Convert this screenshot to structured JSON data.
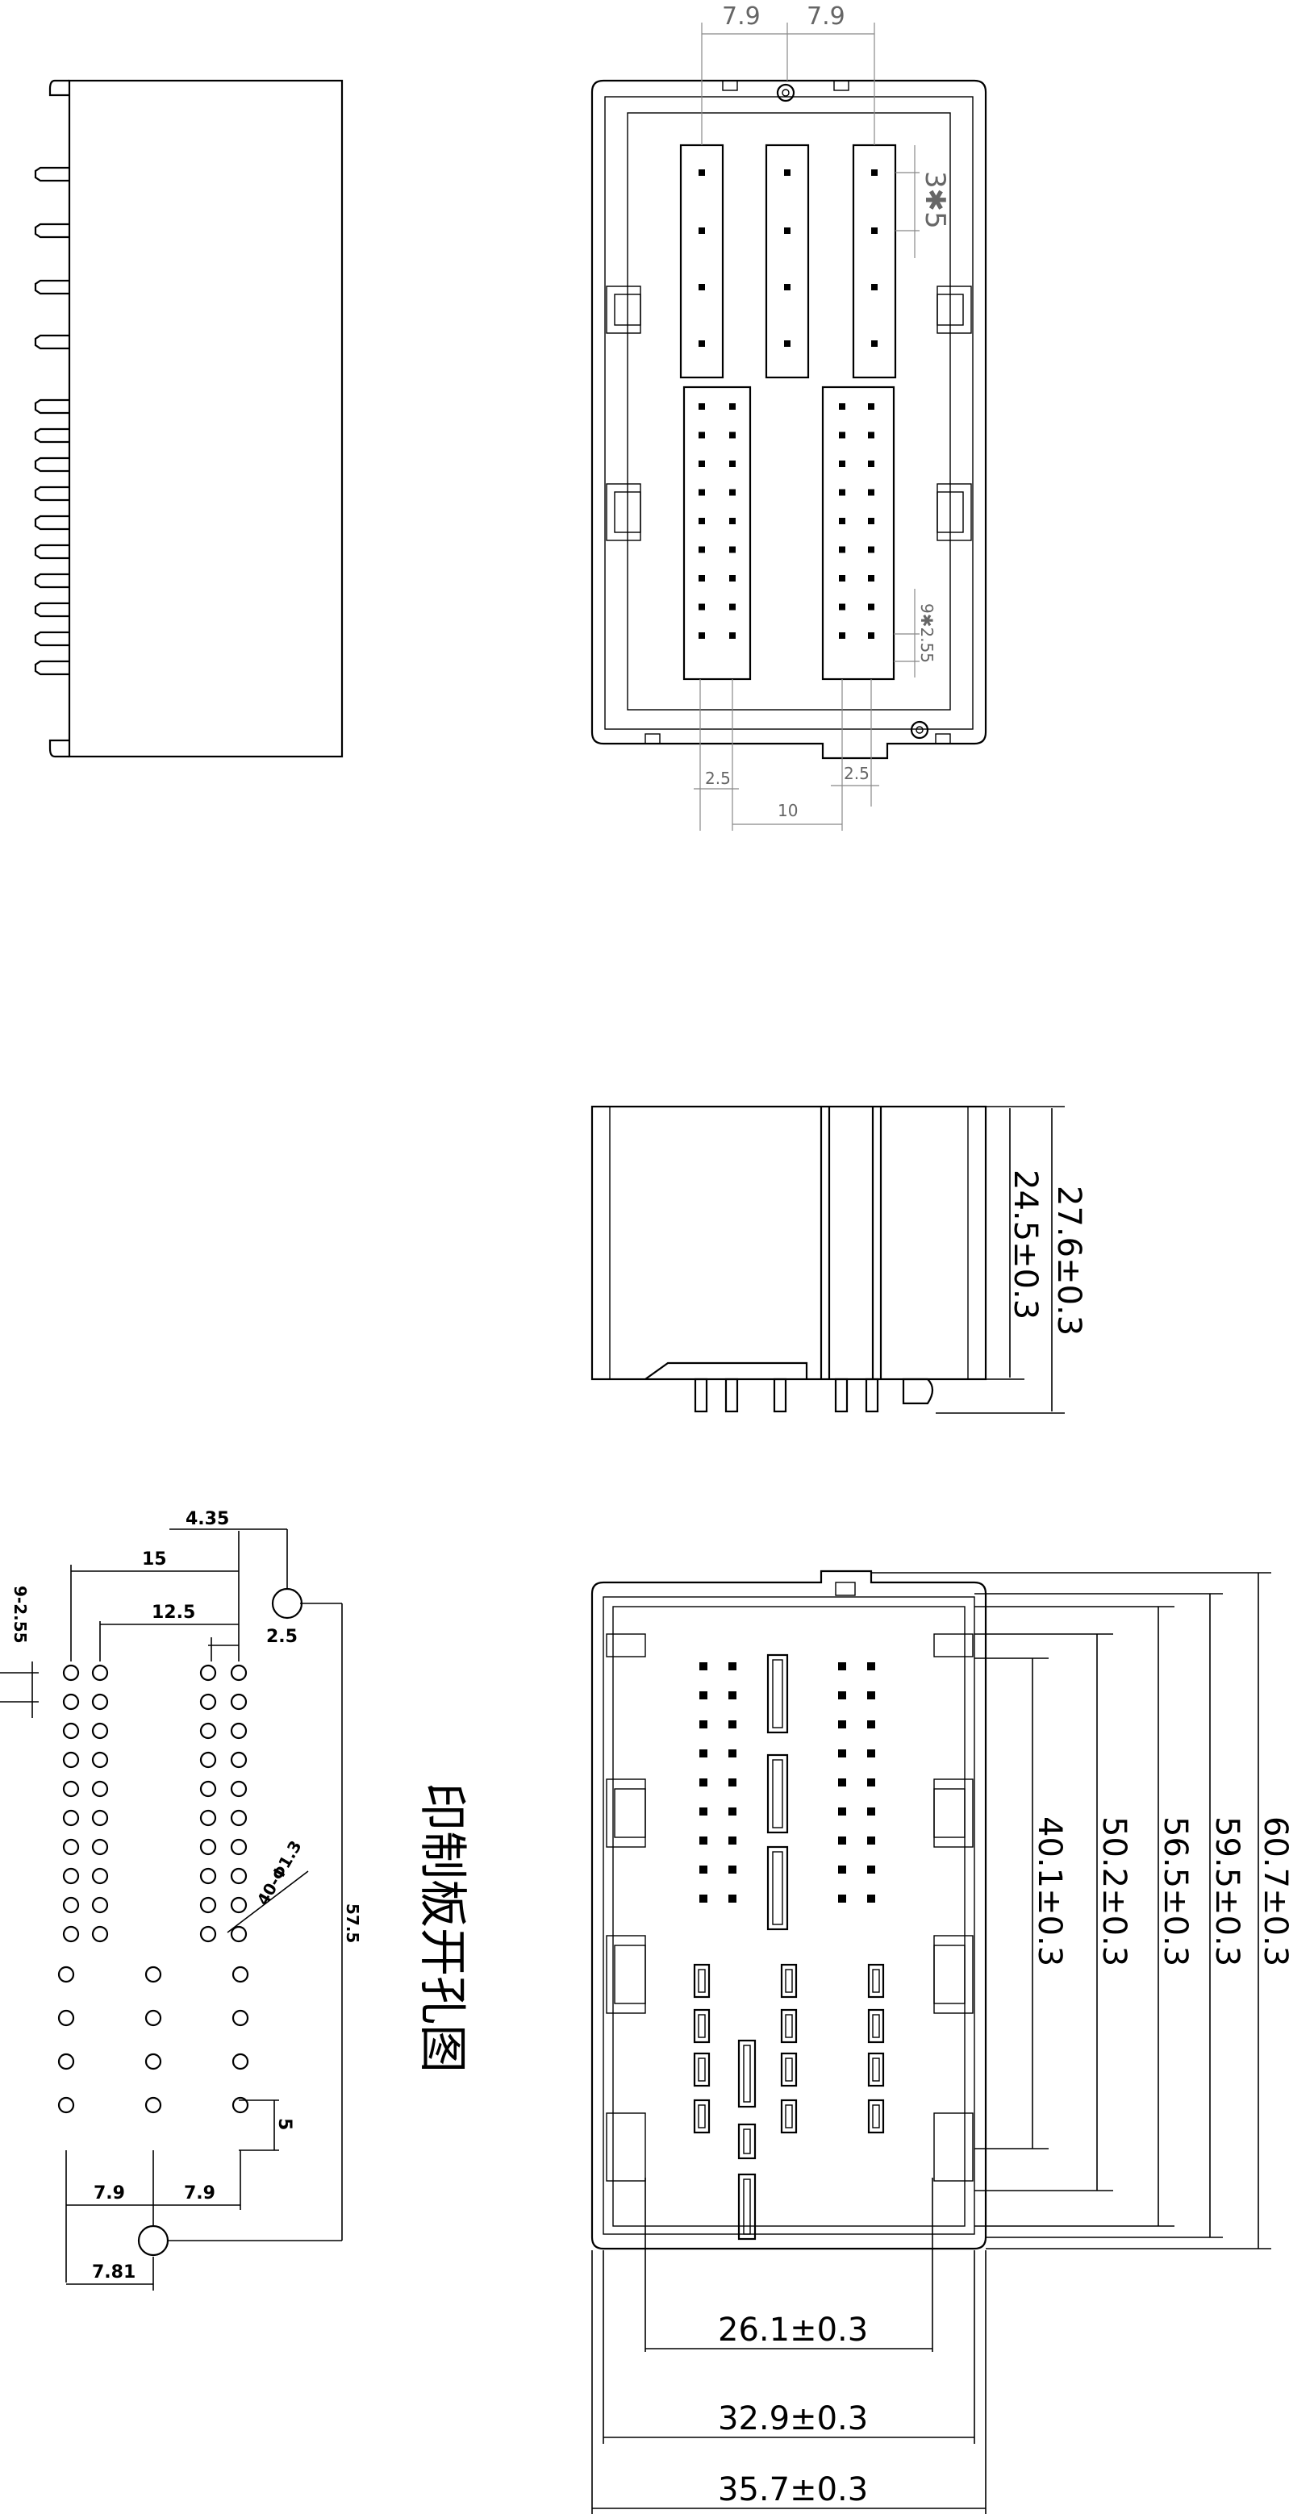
{
  "title_vertical": "印制板开孔图",
  "top_view": {
    "dim_pitch_a": "7.9",
    "dim_pitch_b": "7.9",
    "dim_3x5": "3✱5",
    "dim_9x255": "9✱2.55",
    "dim_25_left": "2.5",
    "dim_25_right": "2.5",
    "dim_10": "10"
  },
  "side_view": {
    "dim_height_1": "27.6±0.3",
    "dim_height_2": "24.5±0.3"
  },
  "front_view": {
    "dim_w1": "26.1±0.3",
    "dim_w2": "32.9±0.3",
    "dim_w3": "35.7±0.3",
    "dim_h1": "40.1±0.3",
    "dim_h2": "50.2±0.3",
    "dim_h3": "56.5±0.3",
    "dim_h4": "59.5±0.3",
    "dim_h5": "60.7±0.3"
  },
  "pcb_layout": {
    "dim_435": "4.35",
    "dim_15": "15",
    "dim_125": "12.5",
    "dim_925": "9-2.55",
    "dim_25": "2.5",
    "dim_holes": "40-Φ1.3",
    "dim_575": "57.5",
    "dim_5": "5",
    "dim_79a": "7.9",
    "dim_79b": "7.9",
    "dim_781": "7.81"
  }
}
